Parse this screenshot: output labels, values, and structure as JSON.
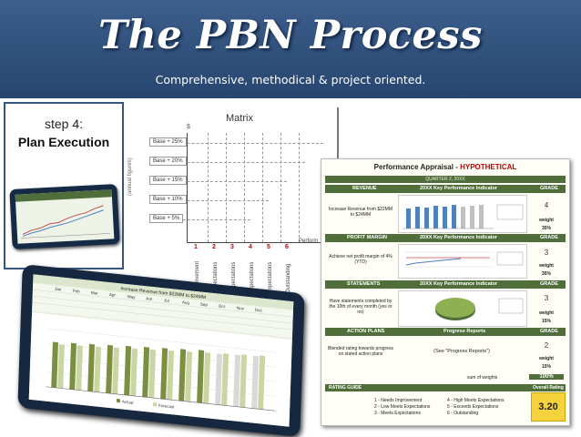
{
  "slide": {
    "title": "The PBN Process",
    "subtitle": "Comprehensive, methodical & project oriented."
  },
  "step": {
    "number_label": "step 4:",
    "name": "Plan Execution"
  },
  "matrix": {
    "title": "Matrix",
    "currency_symbol": "$",
    "y_label": "(annual figures)",
    "bases": [
      "Base + 25%",
      "Base + 20%",
      "Base + 15%",
      "Base + 10%",
      "Base + 5%"
    ],
    "levels": [
      "1",
      "2",
      "3",
      "4",
      "5",
      "6"
    ],
    "categories": [
      "Improvement",
      "Expectations",
      "Expectations",
      "Expectations",
      "Expectations",
      "Outstanding"
    ],
    "x_caption": "Perform"
  },
  "report": {
    "title": "Performance Appraisal - ",
    "title_hyp": "HYPOTHETICAL",
    "quarter": "QUARTER 2, 20XX",
    "sections": [
      {
        "name": "REVENUE",
        "chart": "20XX Key Performance Indicator",
        "desc": "Increase Revenue from $22MM to $24MM",
        "grade": "4",
        "weight_label": "weight",
        "weight": "35%"
      },
      {
        "name": "PROFIT MARGIN",
        "chart": "20XX Key Performance Indicator",
        "desc": "Achieve net profit margin of 4% (YTD)",
        "grade": "3",
        "weight_label": "weight",
        "weight": "35%"
      },
      {
        "name": "STATEMENTS",
        "chart": "20XX Key Performance Indicator",
        "desc": "Have statements completed by the 10th of every month (yes or no)",
        "grade": "3",
        "weight_label": "weight",
        "weight": "15%"
      },
      {
        "name": "ACTION PLANS",
        "chart": "Progress Reports",
        "desc": "Blended rating towards progress on stated action plans",
        "grade": "2",
        "weight_label": "weight",
        "weight": "15%"
      }
    ],
    "grade_header": "GRADE",
    "sum_label": "sum of weights",
    "sum_value": "100%",
    "guide_label": "RATING GUIDE",
    "overall_label": "Overall Rating",
    "overall_value": "3.20",
    "guide_items": [
      "1 - Needs Improvement",
      "2 - Low Meets Expectations",
      "3 - Meets Expectations",
      "4 - High Meets Expectations",
      "5 - Exceeds Expectations",
      "6 - Outstanding"
    ],
    "progress_text": "(See \"Progress Reports\")"
  },
  "tablet": {
    "chart_title": "Increase Revenue from $22MM to $24MM",
    "months": [
      "Jan",
      "Feb",
      "Mar",
      "Apr",
      "May",
      "Jun",
      "Jul",
      "Aug",
      "Sep",
      "Oct",
      "Nov",
      "Dec"
    ],
    "legend": [
      "Actual",
      "Forecast"
    ]
  },
  "colors": {
    "header": "#2f4f7a",
    "section": "#4f6e3a",
    "overall": "#f6d33c",
    "accent": "#c00000"
  }
}
